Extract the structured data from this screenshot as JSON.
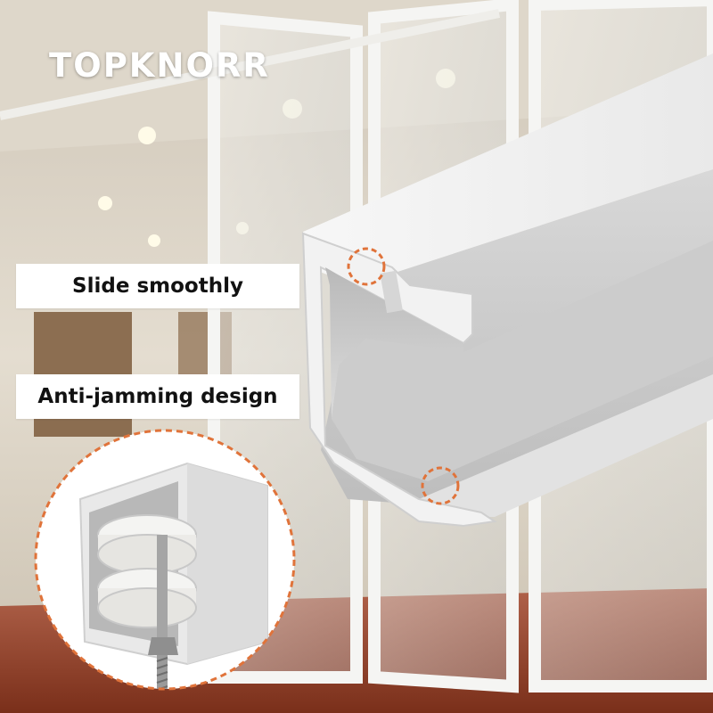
{
  "brand": "TOPKNORR",
  "features": [
    "Slide smoothly",
    "Anti-jamming design"
  ],
  "colors": {
    "accent_dash": "#e0733a",
    "profile": "#e8e8e8",
    "floor": "#8a3d22"
  }
}
